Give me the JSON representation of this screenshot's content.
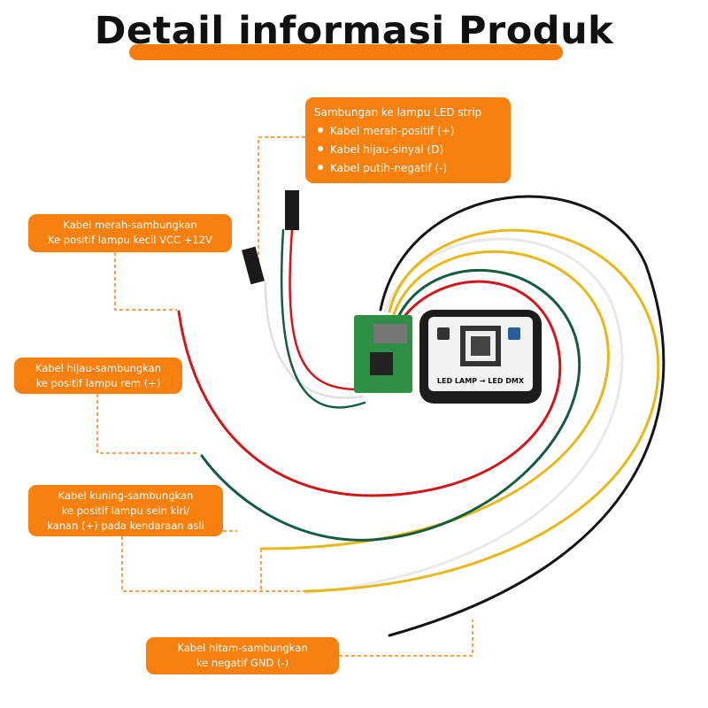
{
  "title": "Detail informasi Produk",
  "colors": {
    "accent": "#f7800e",
    "red_wire": "#d1171b",
    "green_wire": "#145c3e",
    "yellow_wire": "#e8b818",
    "black_wire": "#151515",
    "white_wire": "#f2f2f2"
  },
  "callouts": {
    "led_strip": {
      "heading": "Sambungan ke lampu LED strip",
      "items": [
        "Kabel merah-positif (+)",
        "Kabel hijau-sinyal (D)",
        "Kabel putih-negatif (-)"
      ]
    },
    "red": {
      "line1": "Kabel merah-sambungkan",
      "line2": "Ke positif lampu kecil VCC +12V"
    },
    "green": {
      "line1": "Kabel hijau-sambungkan",
      "line2": "ke positif lampu rem (+)"
    },
    "yellow": {
      "line1": "Kabel kuning-sambungkan",
      "line2": "ke positif lampu sein kiri/",
      "line3": "kanan (+) pada kendaraan asli"
    },
    "black": {
      "line1": "Kabel hitam-sambungkan",
      "line2": "ke negatif GND (-)"
    }
  },
  "device_label": "LED LAMP → LED DMX"
}
